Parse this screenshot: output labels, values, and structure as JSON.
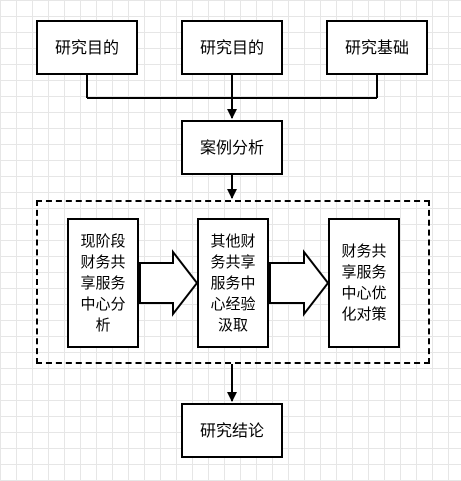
{
  "nodes": {
    "research_purpose_1": "研究目的",
    "research_purpose_2": "研究目的",
    "research_basis": "研究基础",
    "case_analysis": "案例分析",
    "current_analysis": [
      "现阶段",
      "财务共",
      "享服务",
      "中心分",
      "析"
    ],
    "experience": [
      "其他财",
      "务共享",
      "服务中",
      "心经验",
      "汲取"
    ],
    "optimization": [
      "财务共",
      "享服务",
      "中心优",
      "化对策"
    ],
    "conclusion": "研究结论"
  }
}
